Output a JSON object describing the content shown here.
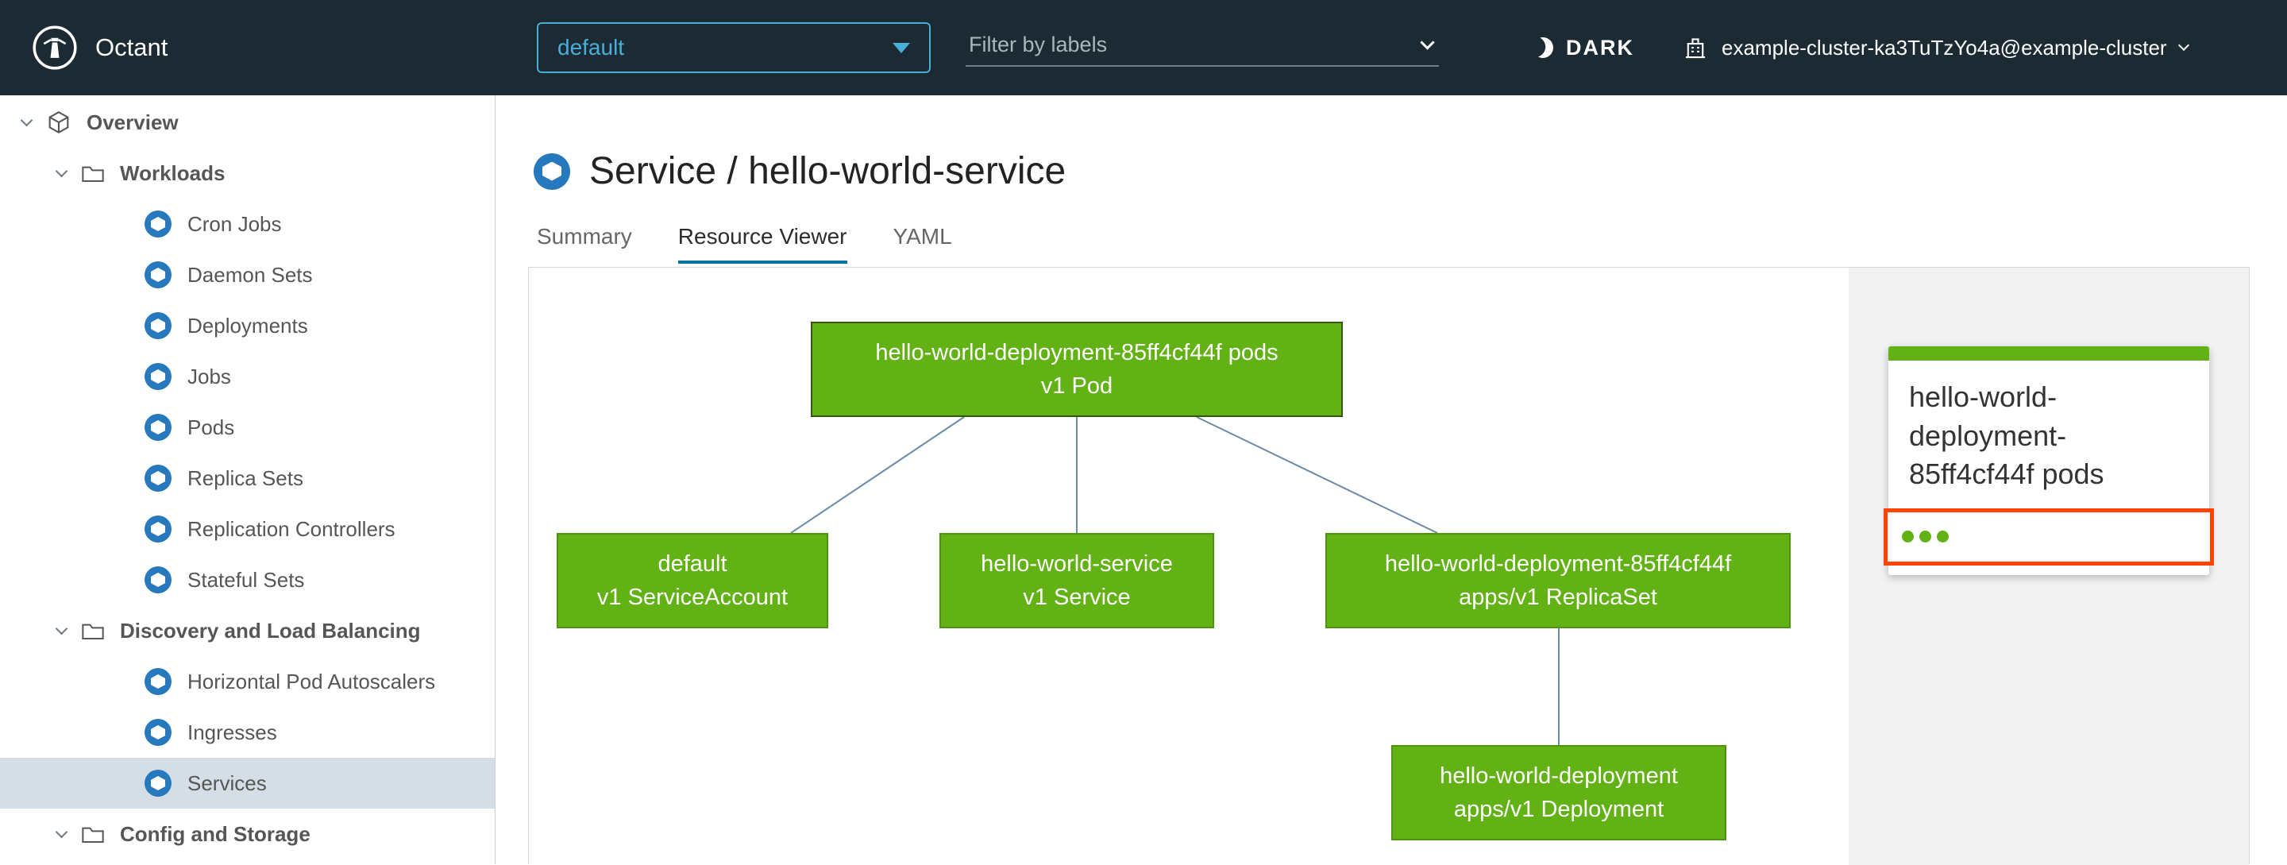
{
  "colors": {
    "header_bg": "#1b2a33",
    "accent_blue": "#49afd9",
    "tab_active_blue": "#0072a3",
    "node_green": "#62b216",
    "node_border": "#4d930e",
    "selected_node_border": "#34570c",
    "edge_blue": "#6b8aa5",
    "icon_blue": "#2779bd",
    "sidebar_selected_bg": "#d5dee6",
    "highlight_red": "#ff4402",
    "panel_gray": "#f2f2f2"
  },
  "header": {
    "app_name": "Octant",
    "namespace_dropdown": {
      "value": "default"
    },
    "filter_input": {
      "placeholder": "Filter by labels"
    },
    "theme_toggle_label": "DARK",
    "cluster_selector": "example-cluster-ka3TuTzYo4a@example-cluster"
  },
  "sidebar": {
    "items": [
      {
        "label": "Overview"
      },
      {
        "label": "Workloads"
      },
      {
        "label": "Cron Jobs"
      },
      {
        "label": "Daemon Sets"
      },
      {
        "label": "Deployments"
      },
      {
        "label": "Jobs"
      },
      {
        "label": "Pods"
      },
      {
        "label": "Replica Sets"
      },
      {
        "label": "Replication Controllers"
      },
      {
        "label": "Stateful Sets"
      },
      {
        "label": "Discovery and Load Balancing"
      },
      {
        "label": "Horizontal Pod Autoscalers"
      },
      {
        "label": "Ingresses"
      },
      {
        "label": "Services",
        "selected": true
      },
      {
        "label": "Config and Storage"
      }
    ]
  },
  "main": {
    "title": "Service / hello-world-service",
    "tabs": [
      {
        "label": "Summary",
        "active": false
      },
      {
        "label": "Resource Viewer",
        "active": true
      },
      {
        "label": "YAML",
        "active": false
      }
    ]
  },
  "graph": {
    "nodes": [
      {
        "id": "pod",
        "line1": "hello-world-deployment-85ff4cf44f pods",
        "line2": "v1 Pod",
        "selected": true
      },
      {
        "id": "serviceaccount",
        "line1": "default",
        "line2": "v1 ServiceAccount"
      },
      {
        "id": "service",
        "line1": "hello-world-service",
        "line2": "v1 Service"
      },
      {
        "id": "replicaset",
        "line1": "hello-world-deployment-85ff4cf44f",
        "line2": "apps/v1 ReplicaSet"
      },
      {
        "id": "deployment",
        "line1": "hello-world-deployment",
        "line2": "apps/v1 Deployment"
      }
    ]
  },
  "detail_panel": {
    "card_title": "hello-world-deployment-85ff4cf44f pods",
    "status_dots": 3
  }
}
